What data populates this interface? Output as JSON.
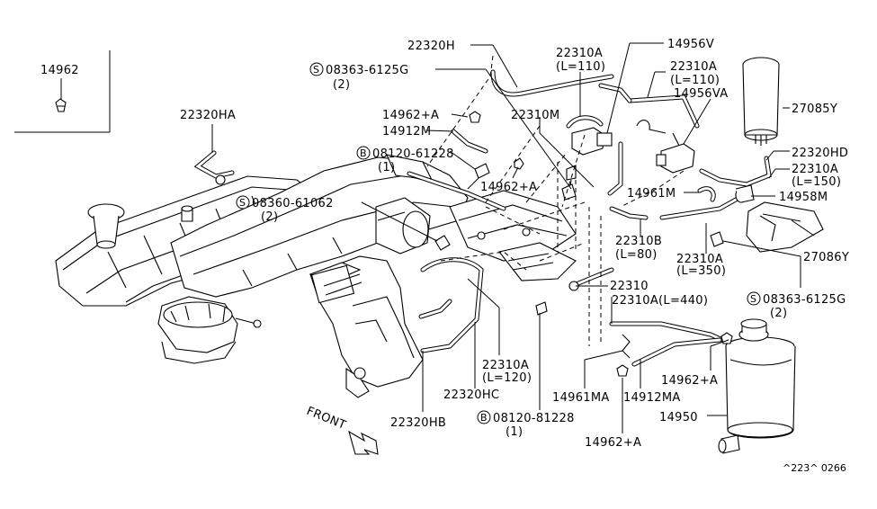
{
  "labels": {
    "l_14962": "14962",
    "l_22320H": "22320H",
    "l_08363_top": "08363-6125G",
    "l_08363_top_qty": "(2)",
    "l_22310A_110_a": "22310A",
    "l_22310A_110_a_len": "(L=110)",
    "l_14956V": "14956V",
    "l_22310A_110_b": "22310A",
    "l_22310A_110_b_len": "(L=110)",
    "l_14956VA": "14956VA",
    "l_27085Y": "27085Y",
    "l_22320HA": "22320HA",
    "l_14962A_1": "14962+A",
    "l_22310M": "22310M",
    "l_14912M": "14912M",
    "l_08120_61228": "08120-61228",
    "l_08120_61228_qty": "(1)",
    "l_22320HD": "22320HD",
    "l_22310A_150": "22310A",
    "l_22310A_150_len": "(L=150)",
    "l_14962A_2": "14962+A",
    "l_14961M": "14961M",
    "l_14958M": "14958M",
    "l_08360": "08360-61062",
    "l_08360_qty": "(2)",
    "l_22310B": "22310B",
    "l_22310B_len": "(L=80)",
    "l_22310A_350": "22310A",
    "l_22310A_350_len": "(L=350)",
    "l_27086Y": "27086Y",
    "l_22310": "22310",
    "l_22310A_440": "22310A(L=440)",
    "l_08363_bot": "08363-6125G",
    "l_08363_bot_qty": "(2)",
    "l_22310A_120": "22310A",
    "l_22310A_120_len": "(L=120)",
    "l_22320HC": "22320HC",
    "l_14962A_3": "14962+A",
    "l_14961MA": "14961MA",
    "l_14912MA": "14912MA",
    "l_14950": "14950",
    "l_22320HB": "22320HB",
    "l_08120_81228": "08120-81228",
    "l_08120_81228_qty": "(1)",
    "l_14962A_4": "14962+A",
    "l_front": "FRONT",
    "l_diagram_code": "^223^ 0266",
    "sym_s": "S",
    "sym_b": "B"
  }
}
